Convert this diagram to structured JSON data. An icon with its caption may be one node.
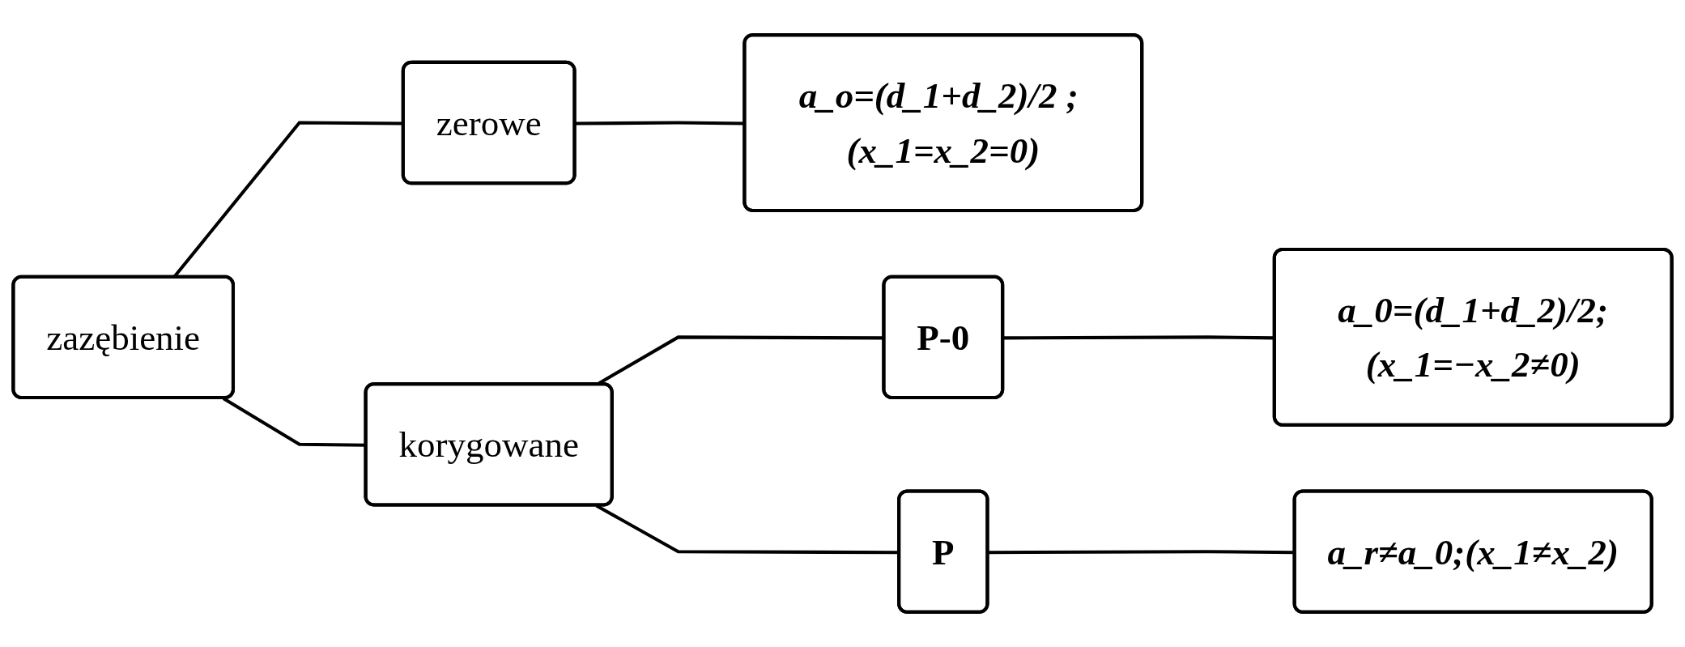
{
  "diagram": {
    "nodes": [
      {
        "text": [
          "zazębienie"
        ]
      },
      {
        "text": [
          "zerowe"
        ]
      },
      {
        "text": [
          "a_o=(d_1+d_2)/2 ; (x_1=x_2=0)"
        ]
      },
      {
        "text": [
          "korygowane"
        ]
      },
      {
        "text": [
          "P-0"
        ]
      },
      {
        "text": [
          "a_0=(d_1+d_2)/2;(x_1=−x_2≠0)"
        ]
      },
      {
        "text": [
          "P"
        ]
      },
      {
        "text": [
          "a_r≠a_0;(x_1≠x_2)"
        ]
      }
    ],
    "edges": [
      {
        "from": 0,
        "to": 1,
        "arrow": "none"
      },
      {
        "from": 0,
        "to": 3,
        "arrow": "none"
      },
      {
        "from": 1,
        "to": 2,
        "arrow": "none"
      },
      {
        "from": 3,
        "to": 4,
        "arrow": "none"
      },
      {
        "from": 3,
        "to": 6,
        "arrow": "none"
      },
      {
        "from": 4,
        "to": 5,
        "arrow": "none"
      },
      {
        "from": 6,
        "to": 7,
        "arrow": "none"
      }
    ]
  }
}
